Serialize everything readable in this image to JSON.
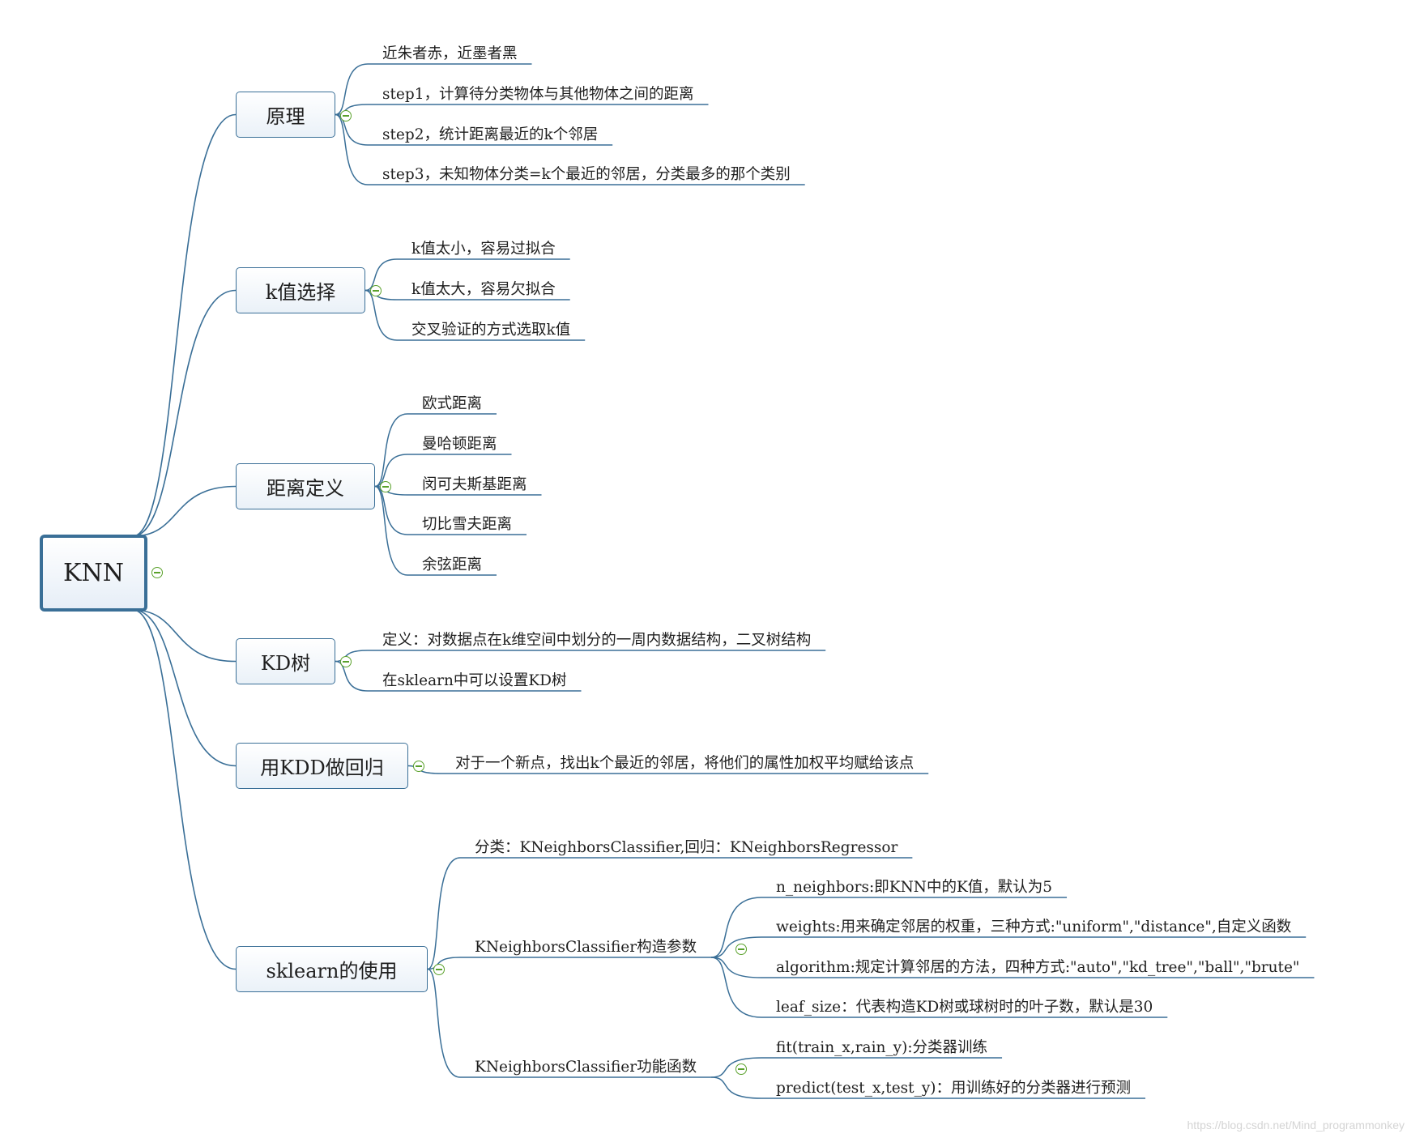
{
  "root": {
    "label": "KNN"
  },
  "branches": [
    {
      "label": "原理",
      "leaves": [
        "近朱者赤，近墨者黑",
        "step1，计算待分类物体与其他物体之间的距离",
        "step2，统计距离最近的k个邻居",
        "step3，未知物体分类=k个最近的邻居，分类最多的那个类别"
      ]
    },
    {
      "label": "k值选择",
      "leaves": [
        "k值太小，容易过拟合",
        "k值太大，容易欠拟合",
        "交叉验证的方式选取k值"
      ]
    },
    {
      "label": "距离定义",
      "leaves": [
        "欧式距离",
        "曼哈顿距离",
        "闵可夫斯基距离",
        "切比雪夫距离",
        "余弦距离"
      ]
    },
    {
      "label": "KD树",
      "leaves": [
        "定义：对数据点在k维空间中划分的一周内数据结构，二叉树结构",
        "在sklearn中可以设置KD树"
      ]
    },
    {
      "label": "用KDD做回归",
      "leaves": [
        "对于一个新点，找出k个最近的邻居，将他们的属性加权平均赋给该点"
      ]
    },
    {
      "label": "sklearn的使用",
      "children": [
        {
          "label": "分类：KNeighborsClassifier,回归：KNeighborsRegressor"
        },
        {
          "label": "KNeighborsClassifier构造参数",
          "leaves": [
            "n_neighbors:即KNN中的K值，默认为5",
            "weights:用来确定邻居的权重，三种方式:\"uniform\",\"distance\",自定义函数",
            "algorithm:规定计算邻居的方法，四种方式:\"auto\",\"kd_tree\",\"ball\",\"brute\"",
            "leaf_size：代表构造KD树或球树时的叶子数，默认是30"
          ]
        },
        {
          "label": "KNeighborsClassifier功能函数",
          "leaves": [
            "fit(train_x,rain_y):分类器训练",
            "predict(test_x,test_y)：用训练好的分类器进行预测"
          ]
        }
      ]
    }
  ],
  "watermark": "https://blog.csdn.net/Mind_programmonkey",
  "colors": {
    "line": "#3a6f97",
    "toggle": "#5aa12b",
    "box_fill": "#eaf1f8"
  },
  "icons": {
    "toggle": "collapse-toggle-icon"
  }
}
